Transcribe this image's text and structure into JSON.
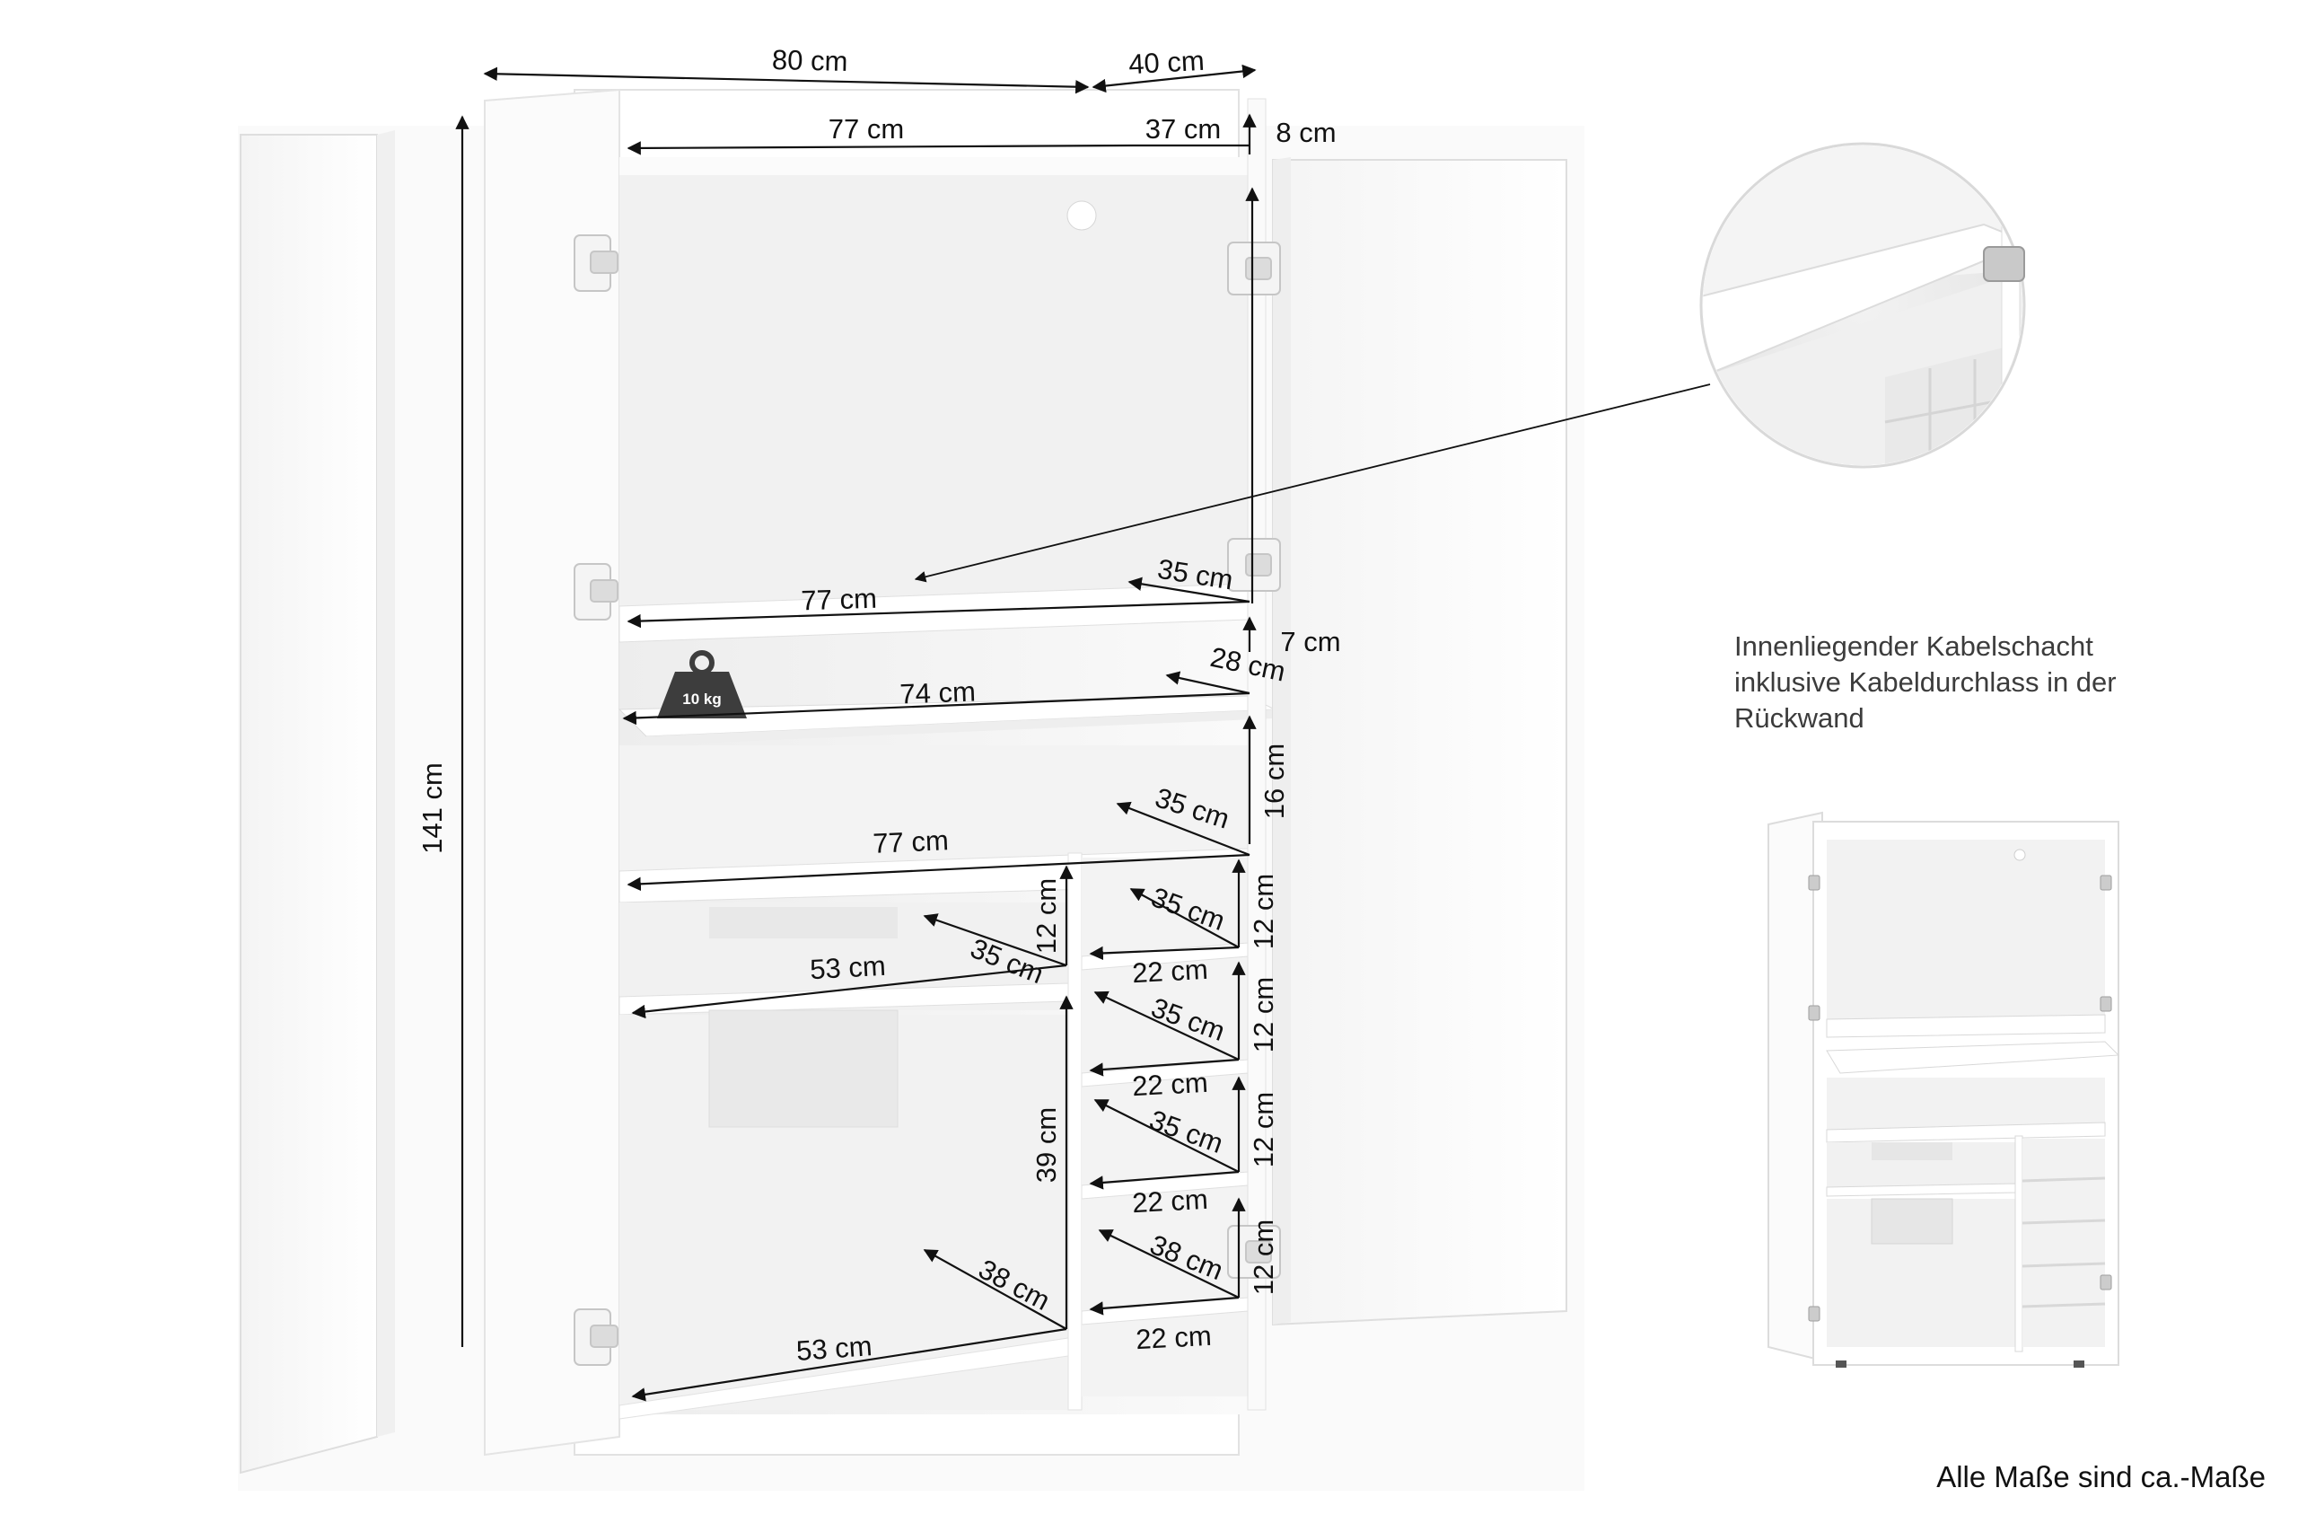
{
  "dimensions": {
    "outer_width": "80 cm",
    "outer_depth": "40 cm",
    "top_inner_width": "77 cm",
    "top_depth": "37 cm",
    "top_lip": "8 cm",
    "height": "141 cm",
    "upper_shelf_width": "77 cm",
    "upper_shelf_depth": "35 cm",
    "pullout_gap": "7 cm",
    "pullout_depth": "28 cm",
    "pullout_width": "74 cm",
    "middle_height": "16 cm",
    "middle_depth": "35 cm",
    "middle_width": "77 cm",
    "left_small_height": "12 cm",
    "left_small_depth": "35 cm",
    "left_small_width": "53 cm",
    "right_c1_depth": "35 cm",
    "right_c1_height": "12 cm",
    "right_c1_width": "22 cm",
    "right_c2_depth": "35 cm",
    "right_c2_height": "12 cm",
    "right_c2_width": "22 cm",
    "right_c3_depth": "35 cm",
    "right_c3_height": "12 cm",
    "right_c3_width": "22 cm",
    "right_c4_depth": "38 cm",
    "right_c4_height": "12 cm",
    "right_c4_width": "22 cm",
    "bottom_left_height": "39 cm",
    "bottom_left_depth": "38 cm",
    "bottom_left_width": "53 cm"
  },
  "weight_badge": "10 kg",
  "callout": {
    "line1": "Innenliegender Kabelschacht",
    "line2": "inklusive Kabeldurchlass in der",
    "line3": "Rückwand"
  },
  "footnote": "Alle Maße sind ca.-Maße",
  "colors": {
    "cabinet": "#ffffff",
    "interior": "#f3f3f3",
    "edge": "#e4e4e4",
    "dimension_line": "#111111",
    "weight_icon": "#3d3d3d"
  }
}
